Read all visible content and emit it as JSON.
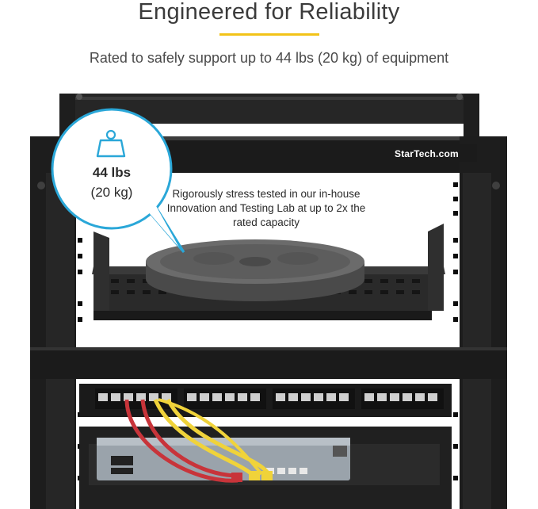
{
  "header": {
    "title": "Engineered for Reliability",
    "subtitle": "Rated to safely support up to 44 lbs (20 kg) of equipment",
    "accent_color": "#f2c318"
  },
  "callout": {
    "weight": "44 lbs",
    "weight_metric": "(20 kg)",
    "description": "Rigorously stress tested in our in-house Innovation and Testing Lab at up to 2x the rated capacity",
    "icon": "weight-icon",
    "ring_color": "#2aa7d8"
  },
  "rack": {
    "brand_label": "StarTech.com",
    "frame_color": "#1f1f1f"
  }
}
